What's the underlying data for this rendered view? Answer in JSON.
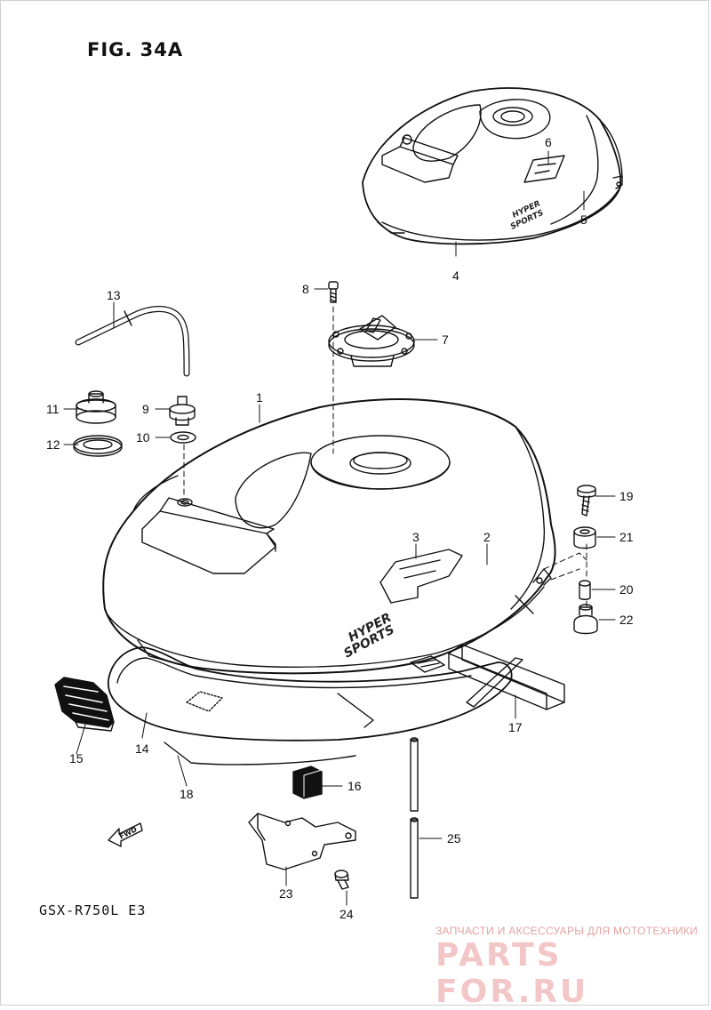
{
  "figure": {
    "title": "FIG. 34A",
    "model": "GSX-R750L  E3"
  },
  "watermark": {
    "tagline": "ЗАПЧАСТИ И АКСЕССУАРЫ ДЛЯ МОТОТЕХНИКИ",
    "brand": "PARTS FOR.RU"
  },
  "decals": {
    "hyper": "HYPER",
    "sports": "SPORTS"
  },
  "fwd_label": "FWD",
  "callouts": [
    "1",
    "2",
    "3",
    "4",
    "5",
    "6",
    "7",
    "8",
    "9",
    "10",
    "11",
    "12",
    "13",
    "14",
    "15",
    "16",
    "17",
    "18",
    "19",
    "20",
    "21",
    "22",
    "23",
    "24",
    "25"
  ],
  "colors": {
    "line": "#111111",
    "watermark": "#e8a6a6"
  }
}
